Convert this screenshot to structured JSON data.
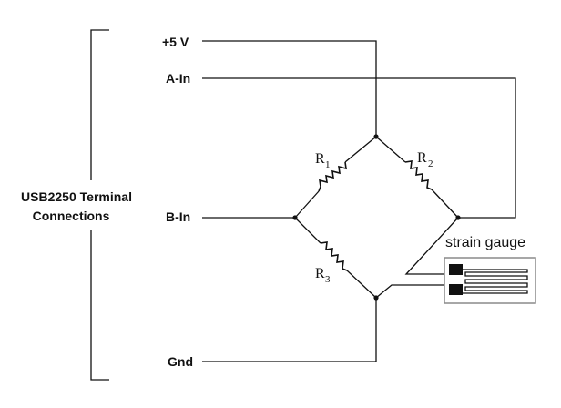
{
  "group_label": {
    "line1": "USB2250 Terminal",
    "line2": "Connections"
  },
  "terminals": {
    "plus5v": "+5 V",
    "a_in": "A-In",
    "b_in": "B-In",
    "gnd": "Gnd"
  },
  "resistors": {
    "r1": {
      "letter": "R",
      "sub": "1"
    },
    "r2": {
      "letter": "R",
      "sub": "2"
    },
    "r3": {
      "letter": "R",
      "sub": "3"
    }
  },
  "strain_gauge": {
    "label": "strain gauge"
  },
  "colors": {
    "line": "#111111",
    "gauge_body": "#ffffff",
    "gauge_pad": "#111111"
  }
}
